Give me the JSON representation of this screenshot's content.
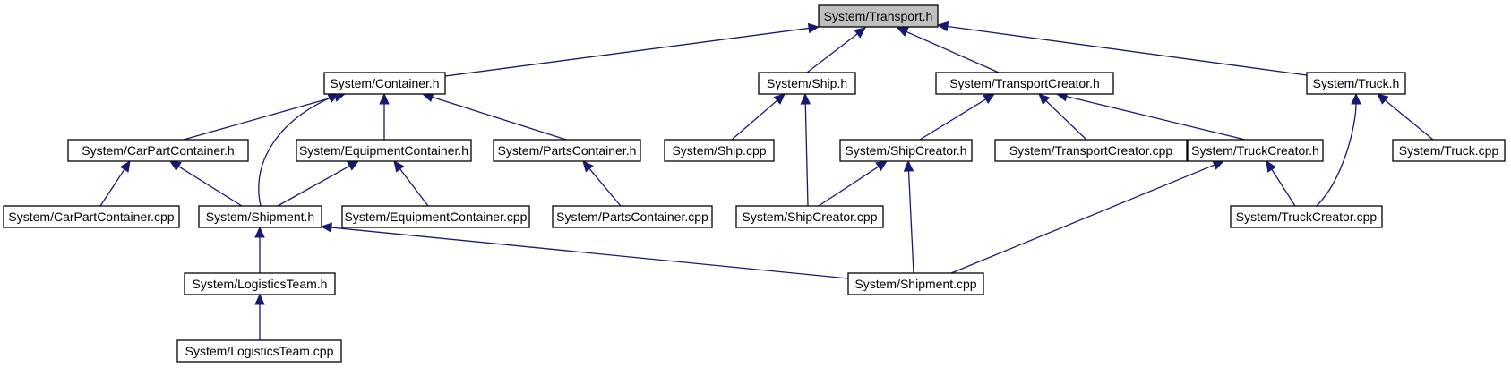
{
  "graph": {
    "edge_color": "#191970",
    "root_fill": "#bfbfbf",
    "nodes": [
      {
        "id": "transport_h",
        "label": "System/Transport.h",
        "root": true
      },
      {
        "id": "container_h",
        "label": "System/Container.h"
      },
      {
        "id": "ship_h",
        "label": "System/Ship.h"
      },
      {
        "id": "transportcreator_h",
        "label": "System/TransportCreator.h"
      },
      {
        "id": "truck_h",
        "label": "System/Truck.h"
      },
      {
        "id": "carpartcontainer_h",
        "label": "System/CarPartContainer.h"
      },
      {
        "id": "equipmentcontainer_h",
        "label": "System/EquipmentContainer.h"
      },
      {
        "id": "partscontainer_h",
        "label": "System/PartsContainer.h"
      },
      {
        "id": "ship_cpp",
        "label": "System/Ship.cpp"
      },
      {
        "id": "shipcreator_h",
        "label": "System/ShipCreator.h"
      },
      {
        "id": "transportcreator_cpp",
        "label": "System/TransportCreator.cpp"
      },
      {
        "id": "truckcreator_h",
        "label": "System/TruckCreator.h"
      },
      {
        "id": "truck_cpp",
        "label": "System/Truck.cpp"
      },
      {
        "id": "carpartcontainer_cpp",
        "label": "System/CarPartContainer.cpp"
      },
      {
        "id": "shipment_h",
        "label": "System/Shipment.h"
      },
      {
        "id": "equipmentcontainer_cpp",
        "label": "System/EquipmentContainer.cpp"
      },
      {
        "id": "partscontainer_cpp",
        "label": "System/PartsContainer.cpp"
      },
      {
        "id": "shipcreator_cpp",
        "label": "System/ShipCreator.cpp"
      },
      {
        "id": "truckcreator_cpp",
        "label": "System/TruckCreator.cpp"
      },
      {
        "id": "logisticsteam_h",
        "label": "System/LogisticsTeam.h"
      },
      {
        "id": "shipment_cpp",
        "label": "System/Shipment.cpp"
      },
      {
        "id": "logisticsteam_cpp",
        "label": "System/LogisticsTeam.cpp"
      }
    ],
    "edges": [
      {
        "from": "container_h",
        "to": "transport_h"
      },
      {
        "from": "ship_h",
        "to": "transport_h"
      },
      {
        "from": "transportcreator_h",
        "to": "transport_h"
      },
      {
        "from": "truck_h",
        "to": "transport_h"
      },
      {
        "from": "carpartcontainer_h",
        "to": "container_h"
      },
      {
        "from": "shipment_h",
        "to": "container_h"
      },
      {
        "from": "equipmentcontainer_h",
        "to": "container_h"
      },
      {
        "from": "partscontainer_h",
        "to": "container_h"
      },
      {
        "from": "ship_cpp",
        "to": "ship_h"
      },
      {
        "from": "shipcreator_cpp",
        "to": "ship_h"
      },
      {
        "from": "shipcreator_h",
        "to": "transportcreator_h"
      },
      {
        "from": "transportcreator_cpp",
        "to": "transportcreator_h"
      },
      {
        "from": "truckcreator_h",
        "to": "transportcreator_h"
      },
      {
        "from": "truckcreator_cpp",
        "to": "truck_h"
      },
      {
        "from": "truck_cpp",
        "to": "truck_h"
      },
      {
        "from": "carpartcontainer_cpp",
        "to": "carpartcontainer_h"
      },
      {
        "from": "shipment_h",
        "to": "carpartcontainer_h"
      },
      {
        "from": "shipment_h",
        "to": "equipmentcontainer_h"
      },
      {
        "from": "equipmentcontainer_cpp",
        "to": "equipmentcontainer_h"
      },
      {
        "from": "partscontainer_cpp",
        "to": "partscontainer_h"
      },
      {
        "from": "shipcreator_cpp",
        "to": "shipcreator_h"
      },
      {
        "from": "shipment_cpp",
        "to": "shipcreator_h"
      },
      {
        "from": "shipment_cpp",
        "to": "truckcreator_h"
      },
      {
        "from": "truckcreator_cpp",
        "to": "truckcreator_h"
      },
      {
        "from": "logisticsteam_h",
        "to": "shipment_h"
      },
      {
        "from": "shipment_cpp",
        "to": "shipment_h"
      },
      {
        "from": "logisticsteam_cpp",
        "to": "logisticsteam_h"
      }
    ]
  }
}
